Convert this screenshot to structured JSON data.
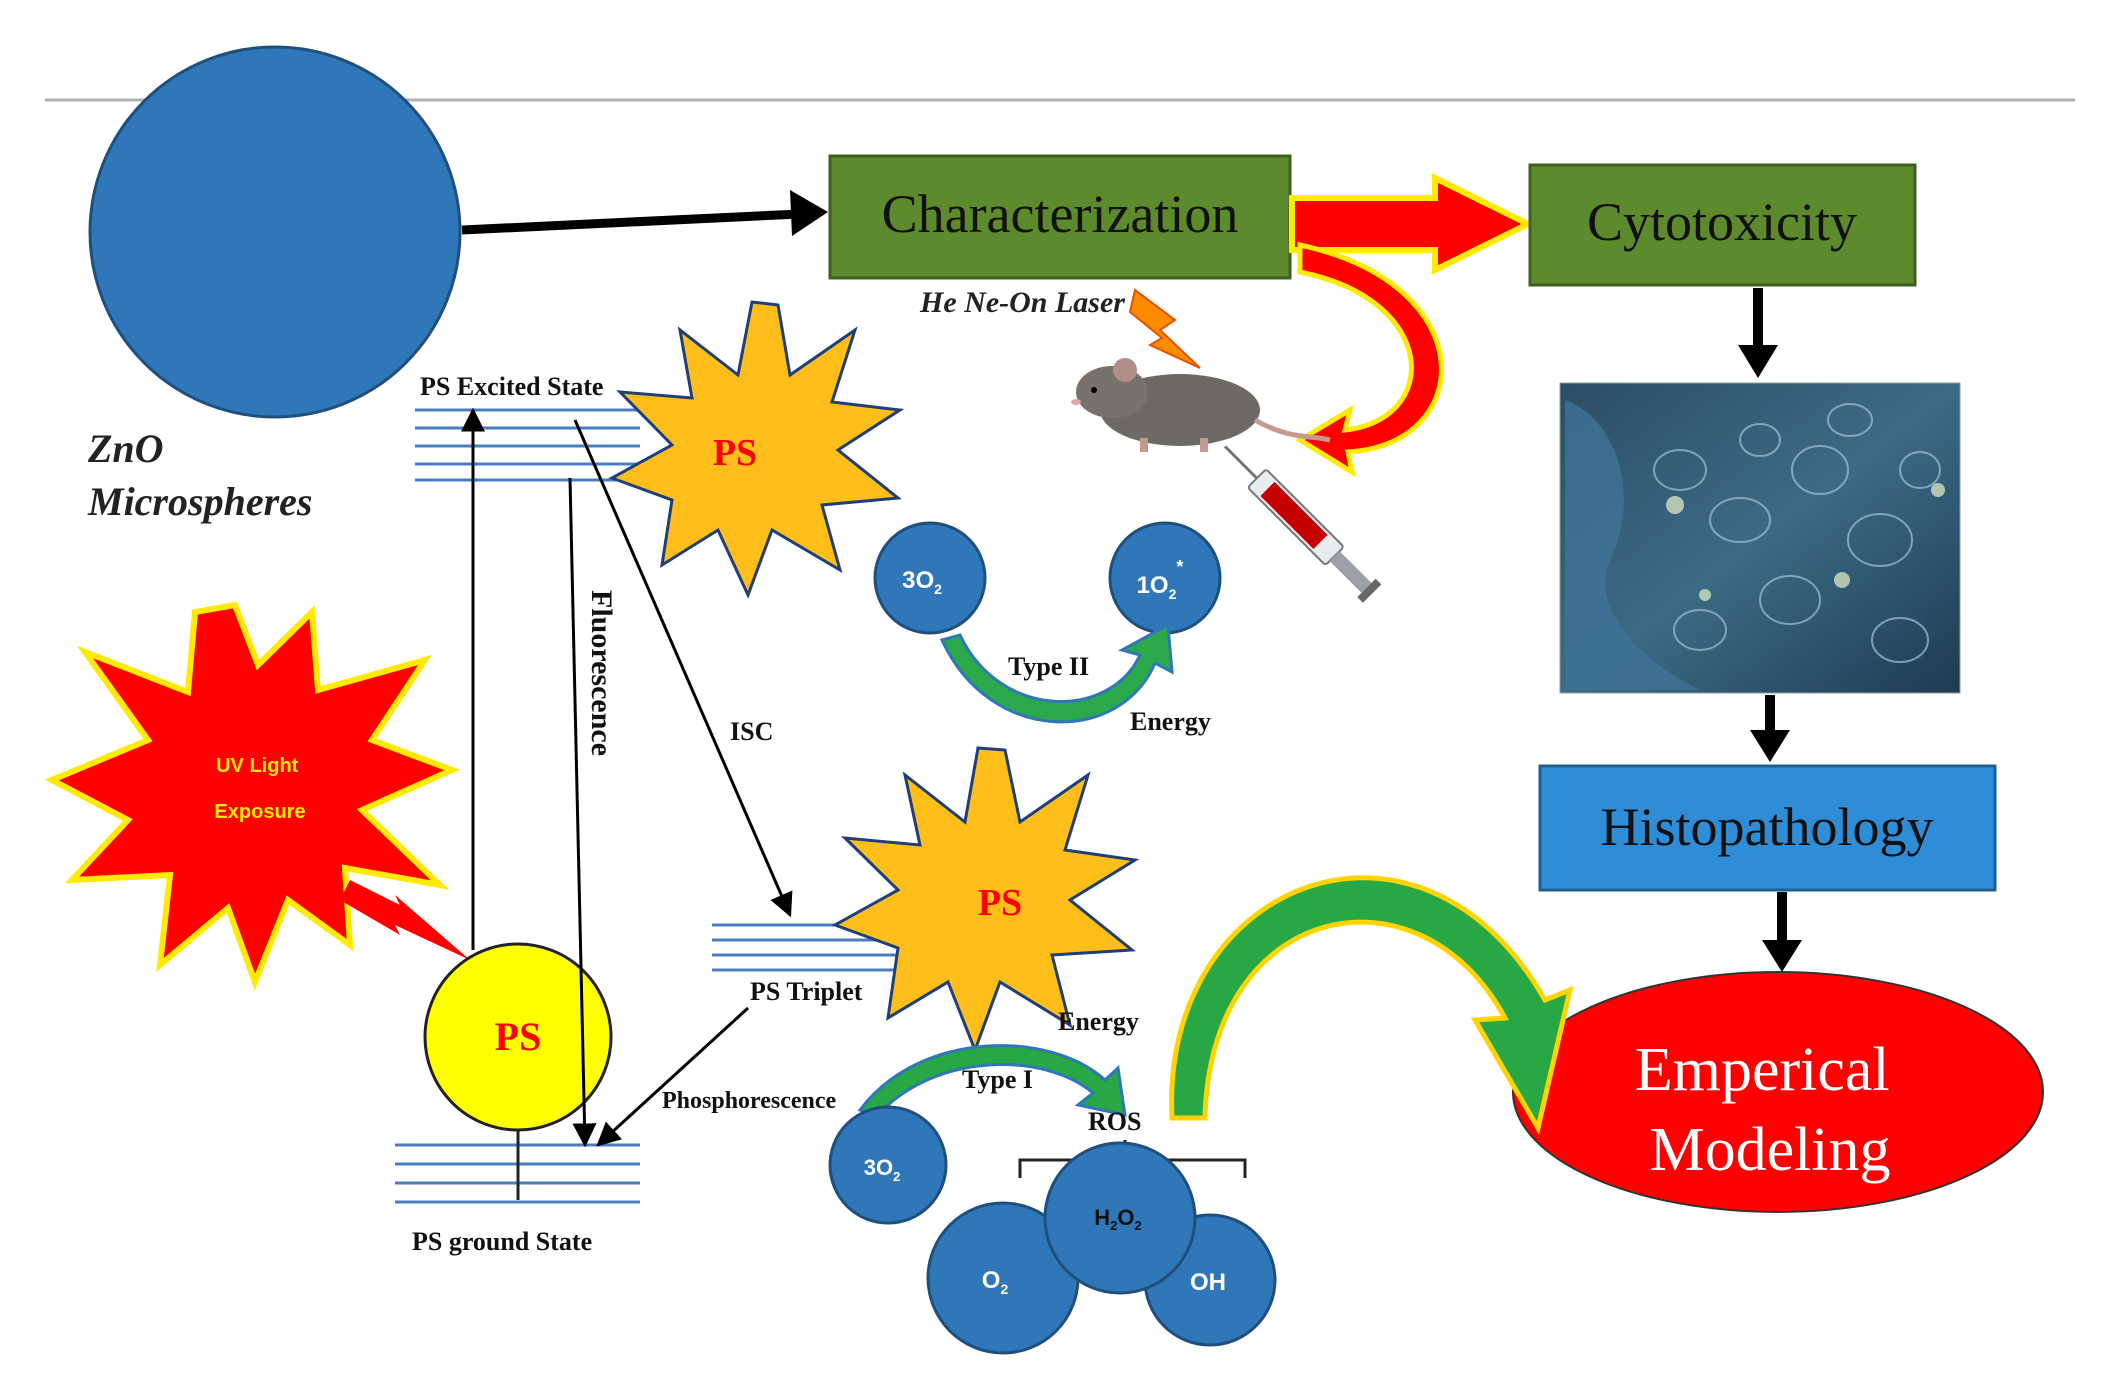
{
  "zno": {
    "line1": "ZnO",
    "line2": "Microspheres"
  },
  "boxes": {
    "characterization": "Characterization",
    "cytotoxicity": "Cytotoxicity",
    "histopathology": "Histopathology",
    "emperical_line1": "Emperical",
    "emperical_line2": "Modeling"
  },
  "laser": "He Ne-On Laser",
  "uv": {
    "line1": "UV Light",
    "line2": "Exposure"
  },
  "ps": "PS",
  "states": {
    "excited": "PS Excited  State",
    "ground": "PS ground  State",
    "triplet": "PS Triplet"
  },
  "transitions": {
    "fluorescence": "Fluorescence",
    "isc": "ISC",
    "phosphorescence": "Phosphorescence"
  },
  "oxygen": {
    "triplet_o2": "3O",
    "singlet_o2": "1O",
    "sub_2": "2",
    "star": "*",
    "type2": "Type II",
    "type1": "Type I",
    "energy": "Energy",
    "ros": "ROS",
    "h2o2": "H",
    "h2o2_mid": "O",
    "o2": "O",
    "oh": "OH"
  },
  "colors": {
    "green_box": "#5d8a2d",
    "blue_box": "#2e8dd6",
    "blue_circle": "#2f77b8",
    "red": "#ff0000",
    "yellow": "#ffea00",
    "star_orange": "#ffbe1a"
  }
}
